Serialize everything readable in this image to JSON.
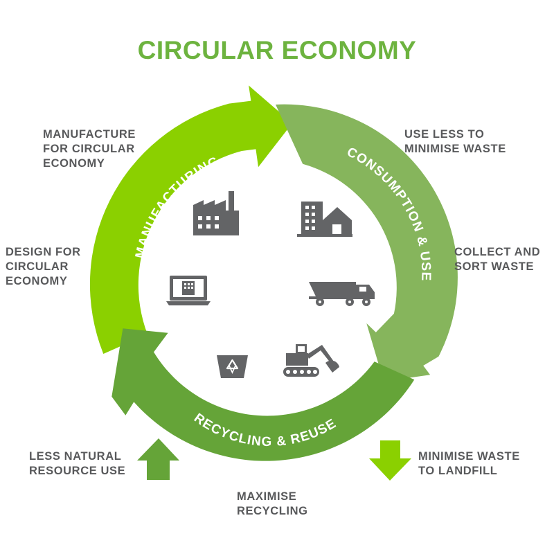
{
  "title": "CIRCULAR ECONOMY",
  "colors": {
    "title": "#6db33f",
    "manufacturing": "#8bd000",
    "consumption": "#86b55c",
    "recycling": "#65a438",
    "icon": "#636466",
    "label": "#58595b",
    "arrow_up": "#65a438",
    "arrow_down": "#8bd000"
  },
  "cycle": {
    "manufacturing": "MANUFACTURING",
    "consumption": "CONSUMPTION & USE",
    "recycling": "RECYCLING & REUSE"
  },
  "labels": {
    "manufacture_for_circular": "MANUFACTURE\nFOR CIRCULAR\nECONOMY",
    "design_for_circular": "DESIGN FOR\nCIRCULAR\nECONOMY",
    "use_less": "USE LESS TO\nMINIMISE WASTE",
    "collect_sort": "COLLECT AND\nSORT WASTE",
    "less_natural": "LESS NATURAL\nRESOURCE USE",
    "minimise_landfill": "MINIMISE WASTE\nTO LANDFILL",
    "maximise_recycling": "MAXIMISE\nRECYCLING"
  },
  "icons": [
    "factory-icon",
    "city-buildings-icon",
    "laptop-icon",
    "truck-icon",
    "recycle-bin-icon",
    "excavator-icon"
  ]
}
